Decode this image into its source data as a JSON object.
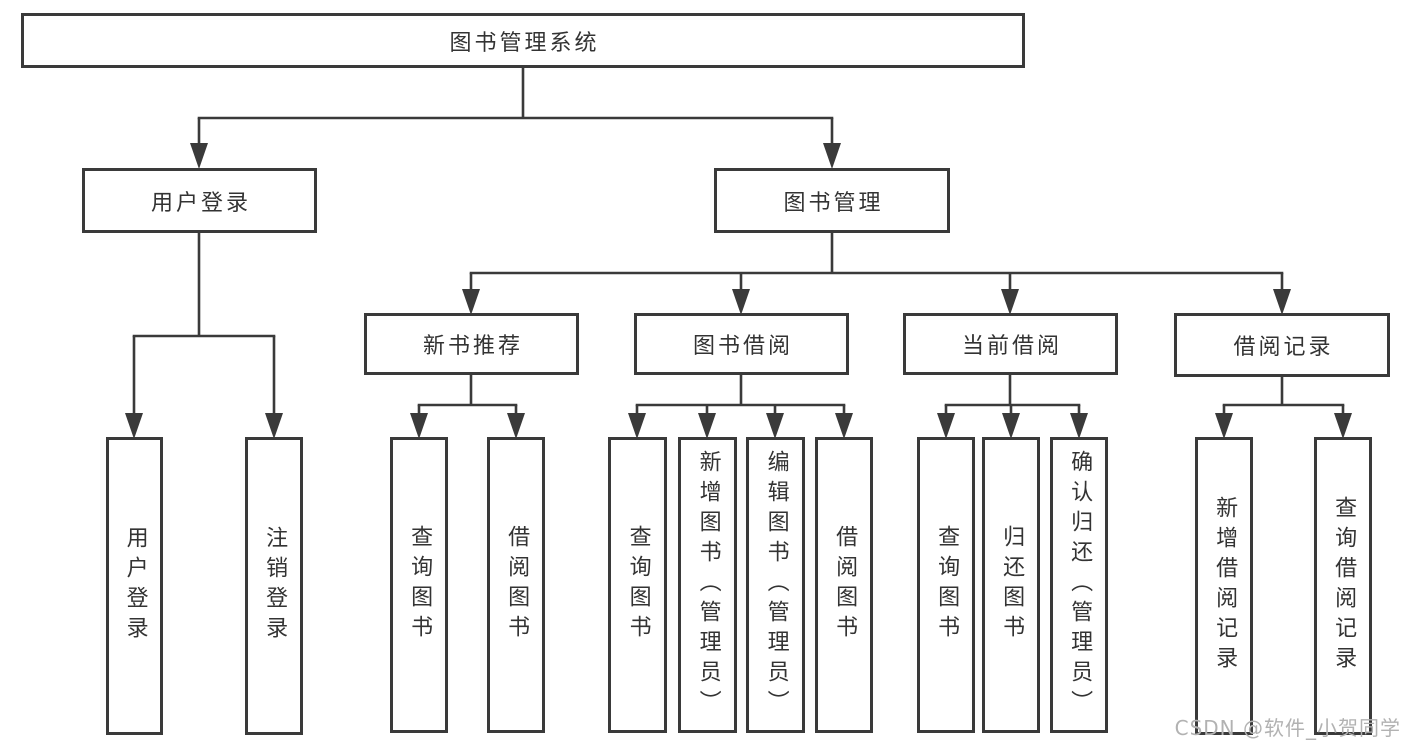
{
  "page": {
    "background": "#ffffff"
  },
  "colors": {
    "line": "#3a3a3a",
    "text": "#333333",
    "watermark": "#b2b2b2"
  },
  "watermark": {
    "text": "CSDN @软件_小贺同学"
  },
  "nodes": [
    {
      "id": "root",
      "label": "图书管理系统",
      "parent": null
    },
    {
      "id": "user-login",
      "label": "用户登录",
      "parent": "root"
    },
    {
      "id": "book-mgmt",
      "label": "图书管理",
      "parent": "root"
    },
    {
      "id": "new-book-rec",
      "label": "新书推荐",
      "parent": "book-mgmt"
    },
    {
      "id": "book-borrow",
      "label": "图书借阅",
      "parent": "book-mgmt"
    },
    {
      "id": "current-borrow",
      "label": "当前借阅",
      "parent": "book-mgmt"
    },
    {
      "id": "borrow-records",
      "label": "借阅记录",
      "parent": "book-mgmt"
    },
    {
      "id": "login",
      "label": "用户登录",
      "parent": "user-login"
    },
    {
      "id": "logout",
      "label": "注销登录",
      "parent": "user-login"
    },
    {
      "id": "rec-query-book",
      "label": "查询图书",
      "parent": "new-book-rec"
    },
    {
      "id": "rec-borrow-book",
      "label": "借阅图书",
      "parent": "new-book-rec"
    },
    {
      "id": "bb-query-book",
      "label": "查询图书",
      "parent": "book-borrow"
    },
    {
      "id": "bb-add-book",
      "label": "新增图书（管理员）",
      "parent": "book-borrow"
    },
    {
      "id": "bb-edit-book",
      "label": "编辑图书（管理员）",
      "parent": "book-borrow"
    },
    {
      "id": "bb-borrow-book",
      "label": "借阅图书",
      "parent": "book-borrow"
    },
    {
      "id": "cb-query-book",
      "label": "查询图书",
      "parent": "current-borrow"
    },
    {
      "id": "cb-return-book",
      "label": "归还图书",
      "parent": "current-borrow"
    },
    {
      "id": "cb-confirm-return",
      "label": "确认归还（管理员）",
      "parent": "current-borrow"
    },
    {
      "id": "br-add-record",
      "label": "新增借阅记录",
      "parent": "borrow-records"
    },
    {
      "id": "br-query-record",
      "label": "查询借阅记录",
      "parent": "borrow-records"
    }
  ]
}
